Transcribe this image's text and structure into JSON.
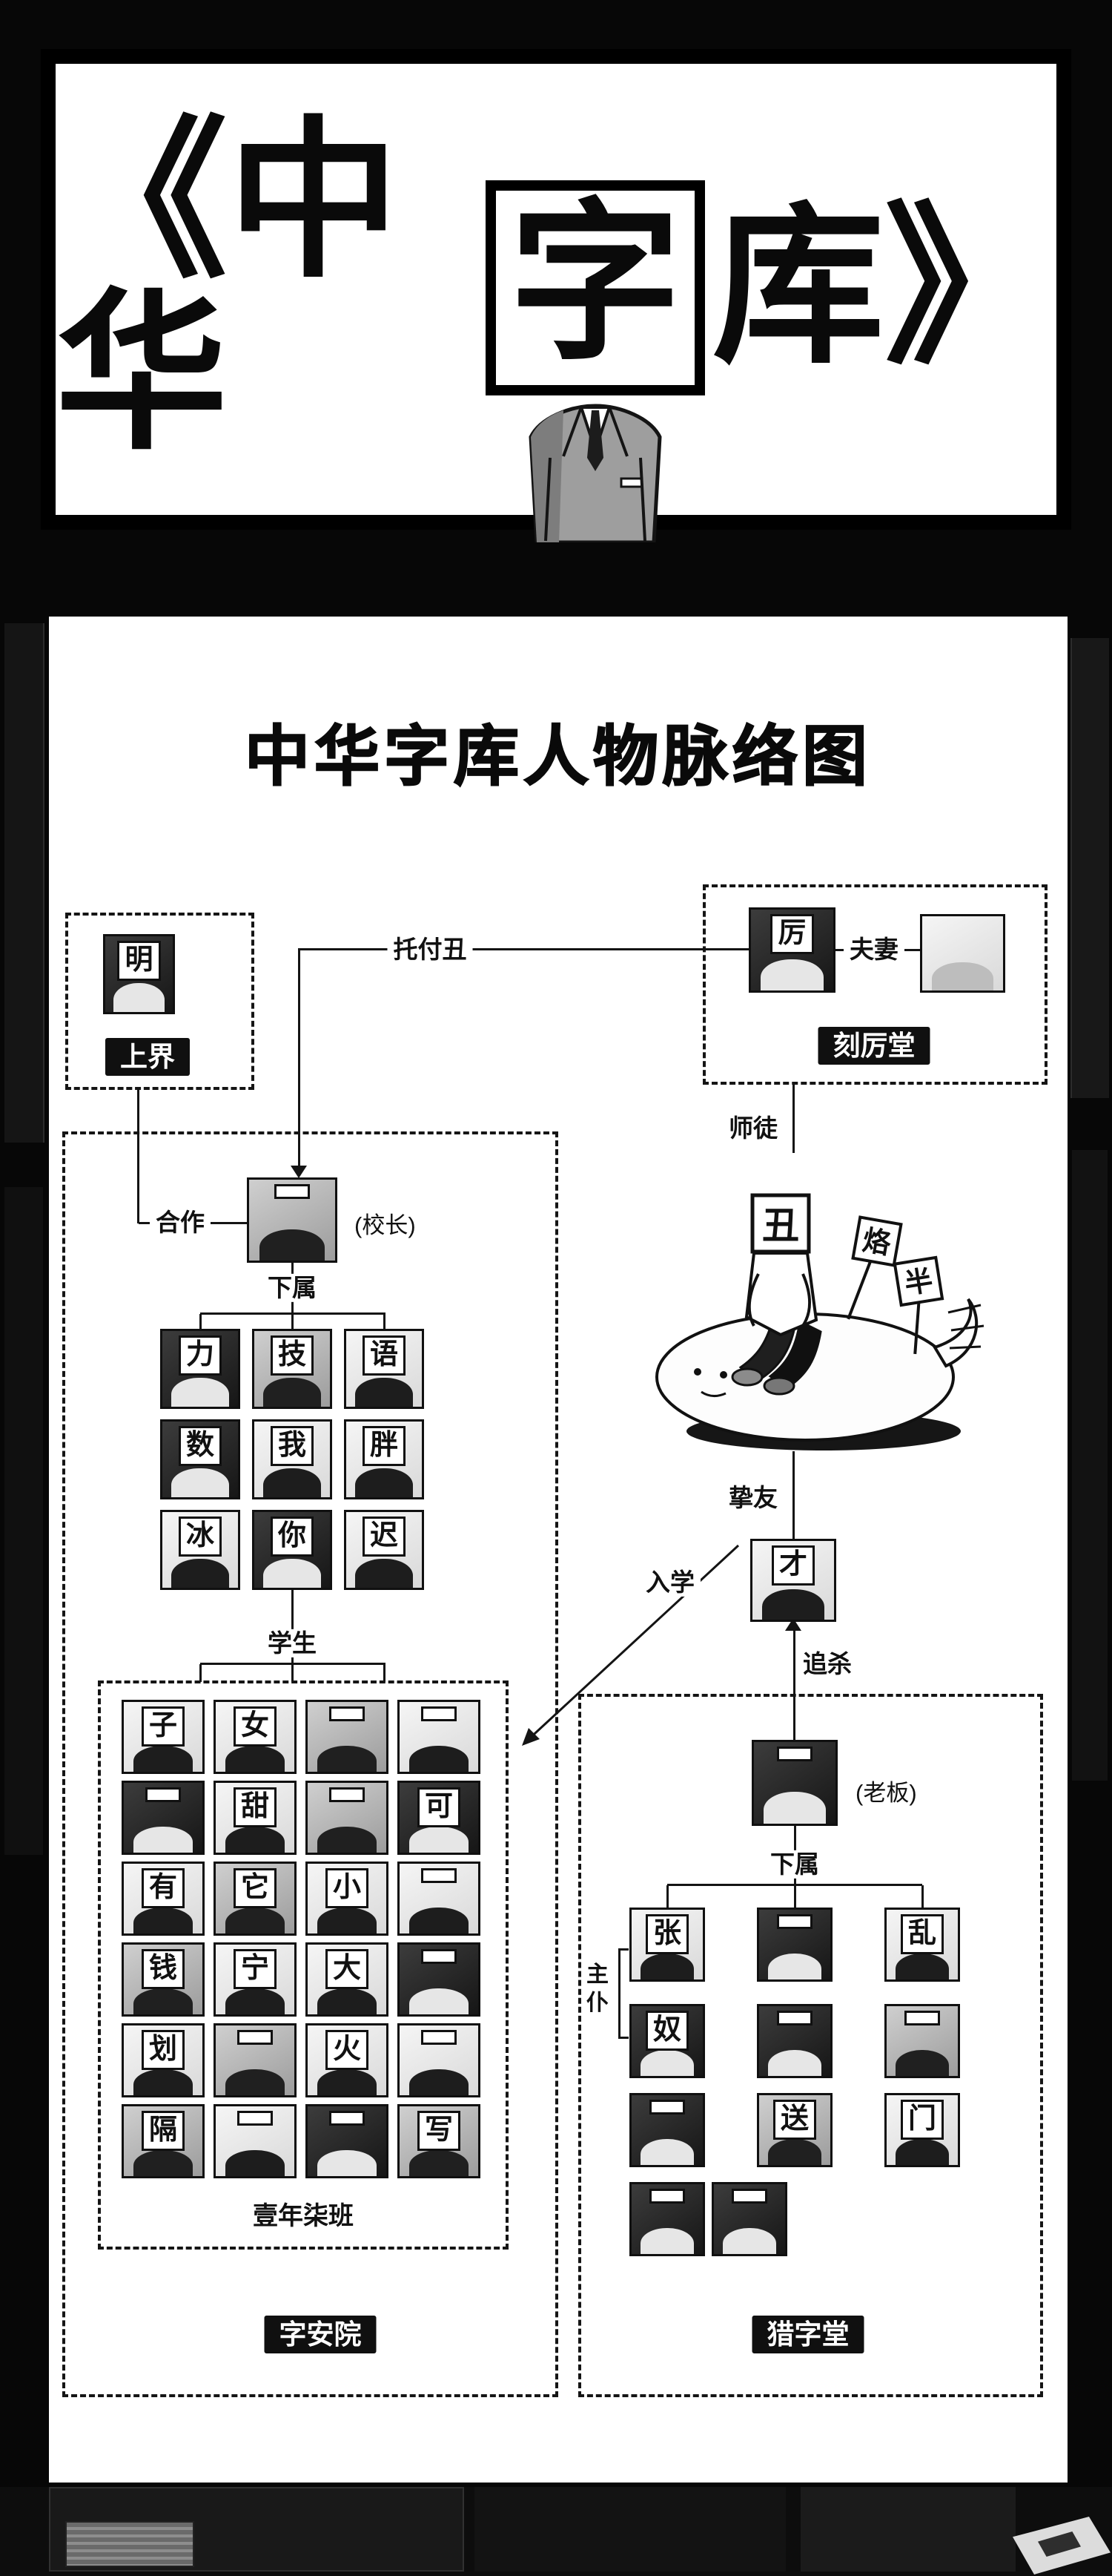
{
  "header": {
    "title_prefix": "《中华",
    "title_boxed_char": "字",
    "title_suffix": "库》"
  },
  "panel_title": "中华字库人物脉络图",
  "factions": {
    "shangjie": {
      "label": "上界",
      "member_char": "明"
    },
    "kelitang": {
      "label": "刻厉堂",
      "master_char": "厉"
    },
    "zianyuan": {
      "label": "字安院",
      "principal_note": "(校长)",
      "class_name": "壹年柒班"
    },
    "liezitang": {
      "label": "猎字堂",
      "boss_note": "(老板)"
    }
  },
  "relations": {
    "entrust": "托付丑",
    "couple": "夫妻",
    "master_disciple": "师徒",
    "cooperate": "合作",
    "subordinates_school": "下属",
    "students_label": "学生",
    "best_friend": "挚友",
    "enroll": "入学",
    "hunt_down": "追杀",
    "subordinates_hall": "下属",
    "master_servant": "主仆"
  },
  "protagonist": {
    "head_char": "丑",
    "sign_left": "烙",
    "sign_right": "半",
    "friend_char": "才"
  },
  "teachers": [
    "力",
    "技",
    "语",
    "数",
    "我",
    "胖",
    "冰",
    "你",
    "迟"
  ],
  "students": [
    "子",
    "女",
    "",
    "",
    "",
    "甜",
    "",
    "可",
    "有",
    "它",
    "小",
    "",
    "钱",
    "宁",
    "大",
    "",
    "划",
    "",
    "火",
    "",
    "隔",
    "",
    "",
    "写"
  ],
  "hunters": [
    "张",
    "",
    "乱",
    "奴",
    "",
    "",
    "",
    "送",
    "门",
    "",
    ""
  ]
}
